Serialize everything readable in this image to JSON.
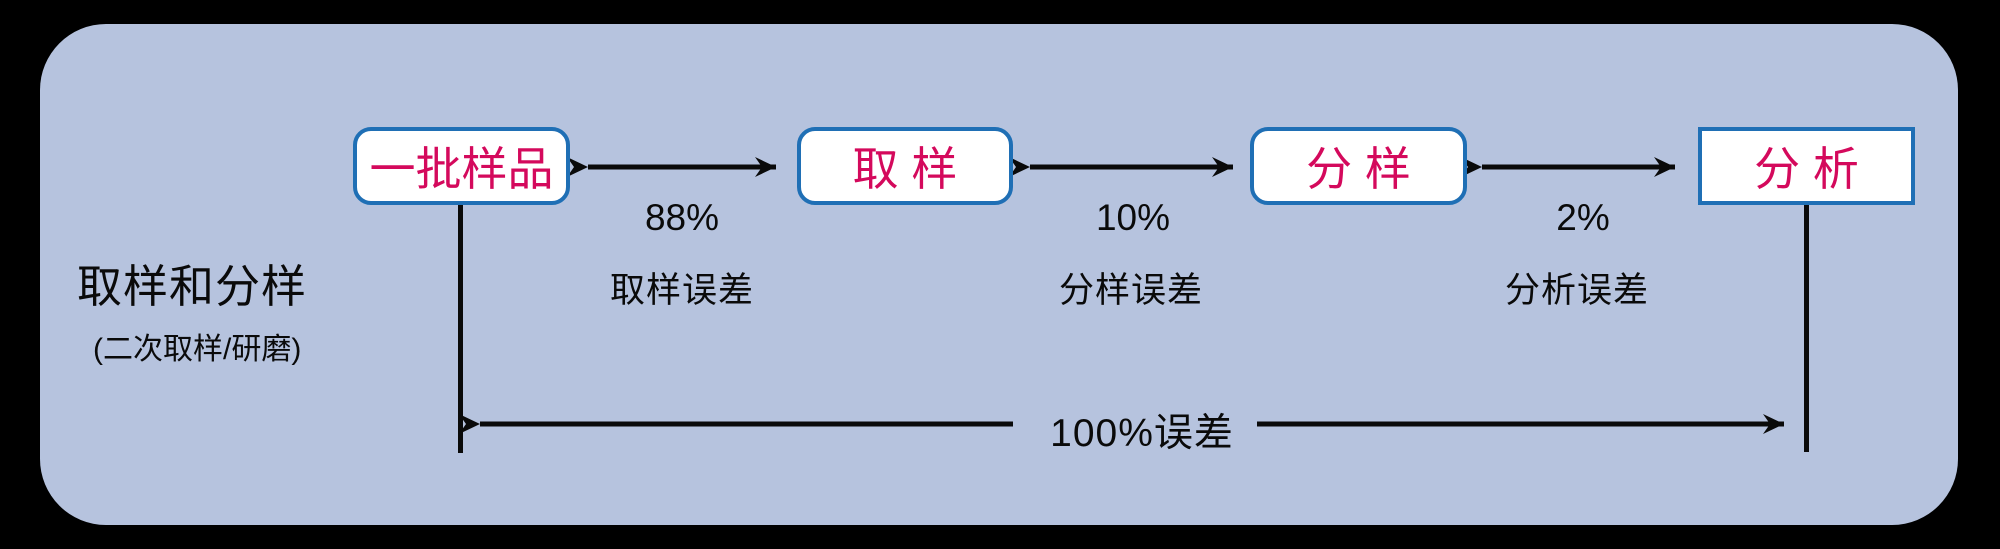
{
  "diagram": {
    "title": "取样和分样",
    "subtitle": "(二次取样/研磨)",
    "nodes": [
      {
        "id": "sample-batch",
        "label": "一批样品"
      },
      {
        "id": "sampling",
        "label": "取 样"
      },
      {
        "id": "subsampling",
        "label": "分 样"
      },
      {
        "id": "analysis",
        "label": "分 析"
      }
    ],
    "edges": [
      {
        "percent": "88%",
        "label": "取样误差"
      },
      {
        "percent": "10%",
        "label": "分样误差"
      },
      {
        "percent": "2%",
        "label": "分析误差"
      }
    ],
    "total_label": "100%误差",
    "colors": {
      "canvas_background": "#000000",
      "panel_background": "#b6c3de",
      "node_border": "#1f6fb5",
      "node_fill": "#ffffff",
      "node_text": "#d4095c",
      "line_and_text": "#0a0a0a"
    }
  }
}
